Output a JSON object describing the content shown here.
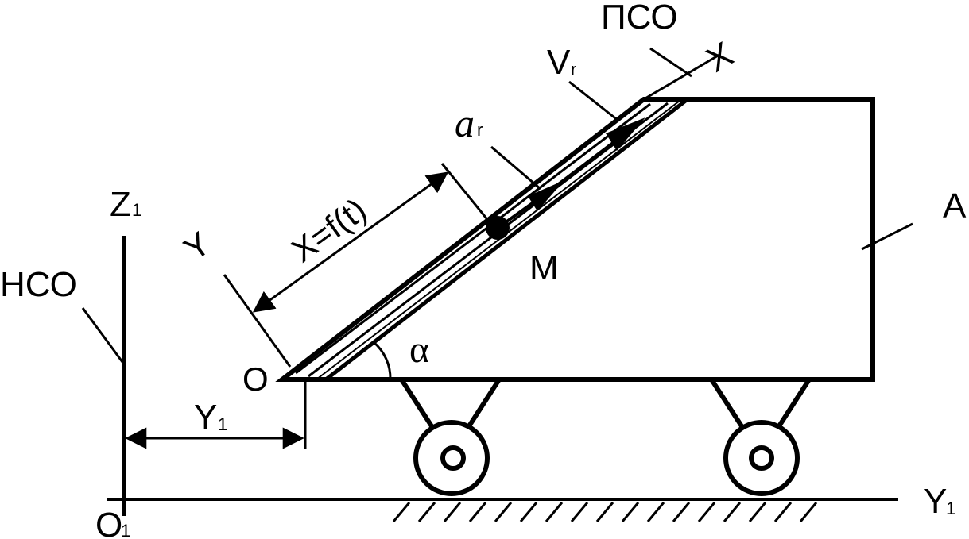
{
  "labels": {
    "moving_frame": "ПСО",
    "x_axis": "X",
    "rel_velocity_base": "V",
    "rel_velocity_sub": "r",
    "rel_accel_base": "a",
    "rel_accel_sub": "r",
    "x_law": "X=f(t)",
    "y_axis": "Y",
    "z1_base": "Z",
    "z1_sub": "1",
    "fixed_frame": "НСО",
    "origin": "O",
    "point": "M",
    "angle": "α",
    "body": "A",
    "y1_dim_base": "Y",
    "y1_dim_sub": "1",
    "y1_axis_base": "Y",
    "y1_axis_sub": "1",
    "o1_base": "O",
    "o1_sub": "1"
  },
  "colors": {
    "stroke": "#000000",
    "background": "#ffffff"
  }
}
